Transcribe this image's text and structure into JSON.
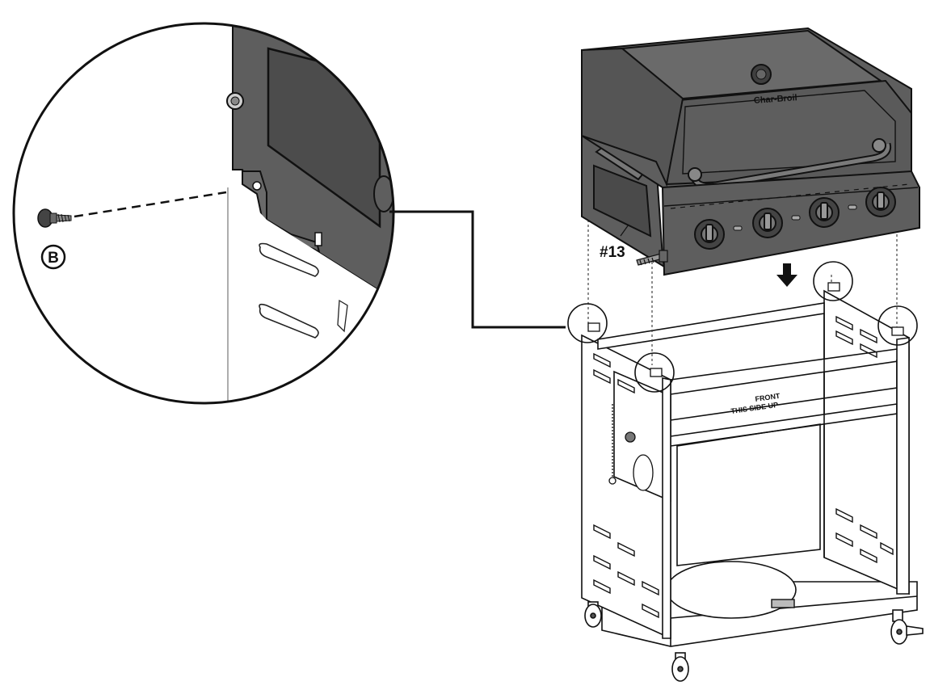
{
  "labels": {
    "part_number": "#13",
    "callout_letter": "B",
    "brand": "Char-Broil",
    "emboss_line1": "FRONT",
    "emboss_line2": "THIS SIDE UP"
  },
  "colors": {
    "grill_body": "#5e5e5e",
    "grill_dark": "#3f3f3f",
    "grill_light": "#7a7a7a",
    "outline": "#111111",
    "cart": "#ffffff"
  }
}
